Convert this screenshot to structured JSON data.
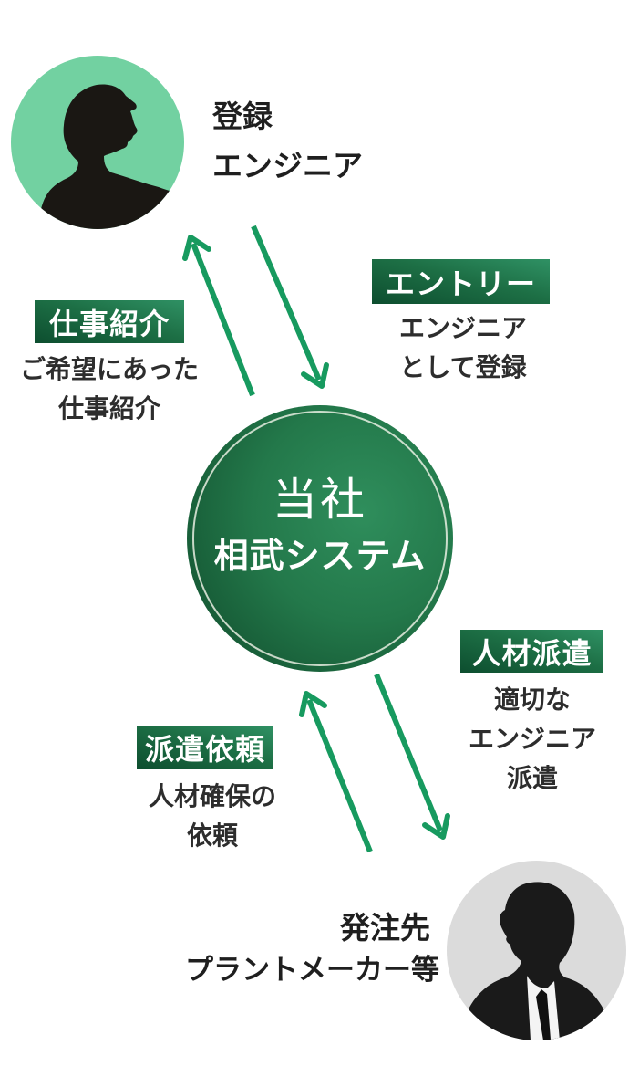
{
  "diagram": {
    "engineer": {
      "name_lines": [
        "登録",
        "エンジニア"
      ]
    },
    "company": {
      "name": "当社",
      "subname": "相武システム"
    },
    "client": {
      "name": "発注先",
      "subname": "プラントメーカー等"
    },
    "flows": {
      "entry": {
        "badge": "エントリー",
        "lines": [
          "エンジニア",
          "として登録"
        ]
      },
      "job_intro": {
        "badge": "仕事紹介",
        "lines": [
          "ご希望にあった",
          "仕事紹介"
        ]
      },
      "dispatch": {
        "badge": "人材派遣",
        "lines": [
          "適切な",
          "エンジニア",
          "派遣"
        ]
      },
      "request": {
        "badge": "派遣依頼",
        "lines": [
          "人材確保の",
          "依頼"
        ]
      }
    },
    "colors": {
      "arrow_green": "#179a5f",
      "badge_gradient_dark": "#0d4e2f",
      "badge_gradient_light": "#2f9164",
      "engineer_circle_bg": "#72d1a1",
      "client_circle_bg": "#dbdbdb",
      "company_circle_dark": "#14532f",
      "company_circle_light": "#2f8e5c",
      "silhouette_black": "#1a1713",
      "text_dark": "#2d2d2d",
      "text_white": "#ffffff"
    }
  }
}
